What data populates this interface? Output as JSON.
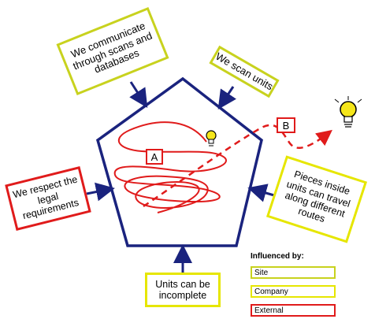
{
  "statements": {
    "communicate": "We communicate through scans and databases",
    "scan_units": "We scan units",
    "legal": "We respect the legal requirements",
    "routes": "Pieces inside units can travel along different routes",
    "incomplete": "Units can be incomplete"
  },
  "markers": {
    "a": "A",
    "b": "B"
  },
  "legend": {
    "title": "Influenced by:",
    "items": [
      {
        "label": "Site",
        "color": "#c8d21e"
      },
      {
        "label": "Company",
        "color": "#e6e600"
      },
      {
        "label": "External",
        "color": "#e01b1b"
      }
    ]
  },
  "colors": {
    "pentagon": "#1a237e",
    "path": "#e01b1b",
    "bulb": "#f5e61a"
  },
  "icons": [
    "lightbulb-icon",
    "lightbulb-icon"
  ]
}
